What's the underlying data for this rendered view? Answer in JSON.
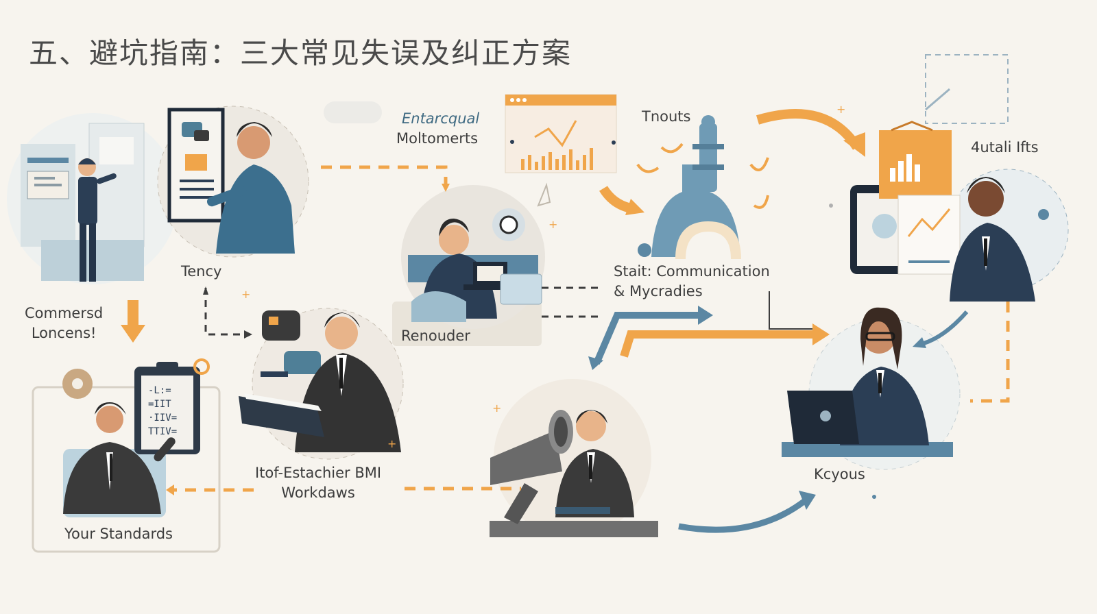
{
  "title": "五、避坑指南：三大常见失误及纠正方案",
  "labels": {
    "tency": "Tency",
    "commersd": [
      "Commersd",
      "Loncens!"
    ],
    "your_standards": "Your Standards",
    "itof": [
      "Itof-Estachier BMI",
      "Workdaws"
    ],
    "entarcqual": "Entarcqual",
    "moltomerts": "Moltomerts",
    "renouder": "Renouder",
    "tnouts": "Tnouts",
    "stait": [
      "Stait: Communication",
      "& Mycradies"
    ],
    "utali": "4utali Ifts",
    "kcyous": "Kcyous"
  },
  "colors": {
    "background": "#f7f4ee",
    "orange": "#f0a54a",
    "navy": "#2b3e55",
    "steel_blue": "#5b87a3",
    "light_blue": "#c9dce6",
    "skin": "#e8b48a",
    "dark_suit": "#3a3a3a",
    "text": "#3d3d3d"
  },
  "icons": [
    "chart-icon",
    "clipboard-icon",
    "megaphone-icon",
    "laptop-icon",
    "tower-icon",
    "gear-icon"
  ]
}
